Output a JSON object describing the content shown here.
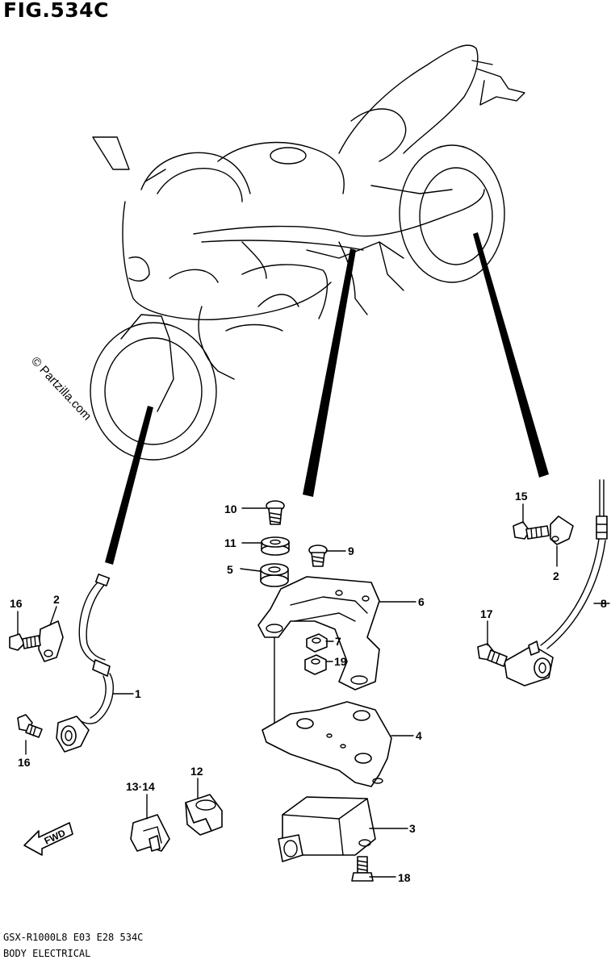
{
  "figure": {
    "title": "FIG.534C",
    "watermark": "© Partzilla.com",
    "model_code": "GSX-R1000L8  E03  E28  534C",
    "section_name": "BODY ELECTRICAL"
  },
  "callouts": {
    "p1": "1",
    "p2a": "2",
    "p2b": "2",
    "p3": "3",
    "p4": "4",
    "p5": "5",
    "p6": "6",
    "p7": "7",
    "p8": "8",
    "p9": "9",
    "p10": "10",
    "p11": "11",
    "p12": "12",
    "p13_14": "13·14",
    "p15": "15",
    "p16a": "16",
    "p16b": "16",
    "p17": "17",
    "p18": "18",
    "p19": "19"
  },
  "fwd_label": "FWD"
}
